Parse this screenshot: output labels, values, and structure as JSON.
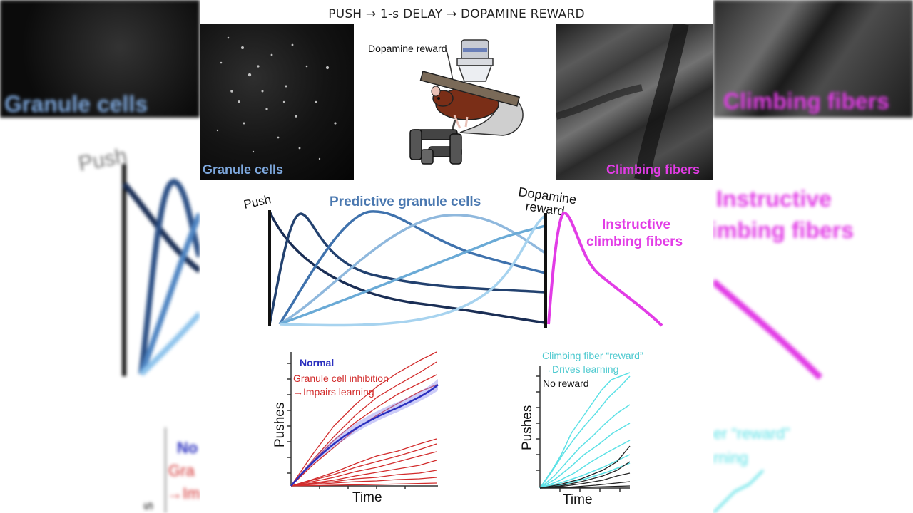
{
  "figure": {
    "title": "PUSH → 1-s DELAY → DOPAMINE REWARD",
    "panels": {
      "granule": {
        "label": "Granule cells",
        "color": "#7da7dc"
      },
      "setup": {
        "label": "Dopamine reward"
      },
      "climbing": {
        "label": "Climbing fibers",
        "color": "#e23ce6"
      }
    },
    "schematic": {
      "push_label": "Push",
      "predictive_label": "Predictive granule cells",
      "reward_label_line1": "Dopamine",
      "reward_label_line2": "reward",
      "instructive_line1": "Instructive",
      "instructive_line2": "climbing fibers",
      "granule_colors": [
        "#1a2e55",
        "#2b4f85",
        "#3f72ad",
        "#8fb8dd",
        "#6aaad6",
        "#a7d3ef"
      ],
      "climbing_color": "#e23ce6"
    },
    "left_plot": {
      "ylabel": "Pushes",
      "xlabel": "Time",
      "legend_normal": "Normal",
      "legend_inhibition_line1": "Granule cell inhibition",
      "legend_inhibition_line2": "→Impairs learning",
      "normal_color": "#2a2fbf",
      "inhibition_color": "#d22c2c"
    },
    "right_plot": {
      "ylabel": "Pushes",
      "xlabel": "Time",
      "legend_reward_line1": "Climbing fiber “reward”",
      "legend_reward_line2": "→Drives learning",
      "legend_noreward": "No reward",
      "reward_color": "#5ce1e6",
      "noreward_color": "#222222"
    }
  }
}
